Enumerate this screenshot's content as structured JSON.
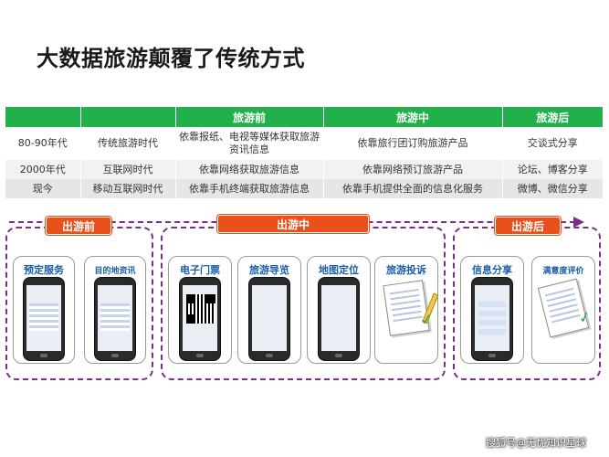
{
  "title": "大数据旅游颠覆了传统方式",
  "table": {
    "headers": [
      "",
      "",
      "旅游前",
      "旅游中",
      "旅游后"
    ],
    "rows": [
      [
        "80-90年代",
        "传统旅游时代",
        "依靠报纸、电视等媒体获取旅游资讯信息",
        "依靠旅行团订购旅游产品",
        "交谈式分享"
      ],
      [
        "2000年代",
        "互联网时代",
        "依靠网络获取旅游信息",
        "依靠网络预订旅游产品",
        "论坛、博客分享"
      ],
      [
        "现今",
        "移动互联网时代",
        "依靠手机终端获取旅游信息",
        "依靠手机提供全面的信息化服务",
        "微博、微信分享"
      ]
    ]
  },
  "phases": {
    "before": {
      "tag": "出游前",
      "cards": [
        {
          "label": "预定服务"
        },
        {
          "label": "目的地资讯"
        }
      ]
    },
    "during": {
      "tag": "出游中",
      "cards": [
        {
          "label": "电子门票"
        },
        {
          "label": "旅游导览"
        },
        {
          "label": "地图定位"
        },
        {
          "label": "旅游投诉"
        }
      ]
    },
    "after": {
      "tag": "出游后",
      "cards": [
        {
          "label": "信息分享"
        },
        {
          "label": "满意度评价"
        }
      ]
    }
  },
  "watermark": "搜狐号@无忧知识星球",
  "colors": {
    "header_green": "#22b04b",
    "tag_orange": "#e8501c",
    "dash_purple": "#7a2e8c",
    "label_blue": "#1a5ea8"
  }
}
